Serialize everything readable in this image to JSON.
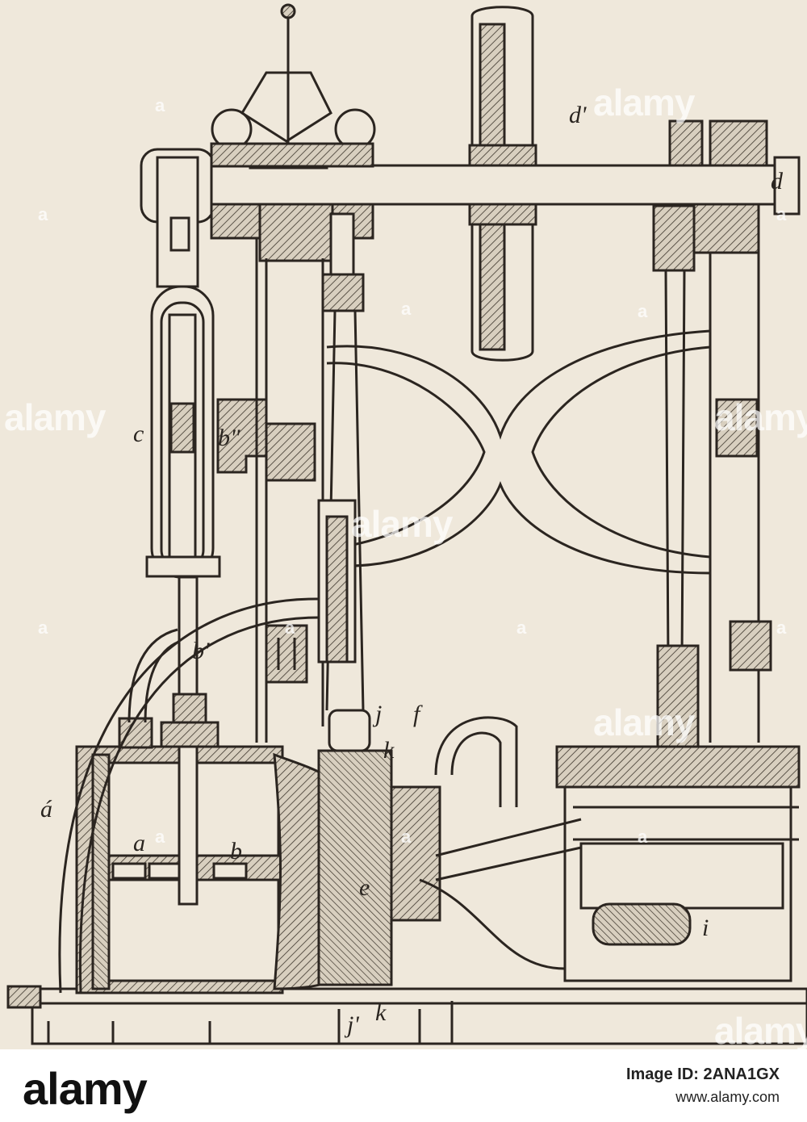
{
  "figure": {
    "labels": {
      "a": "a",
      "a_prime": "á",
      "b": "b",
      "b_prime": "b'",
      "b_double_prime": "b\"",
      "c": "c",
      "d": "d",
      "d_prime": "d'",
      "e": "e",
      "f": "f",
      "i": "i",
      "j_top": "j",
      "j_bottom": "j'",
      "k_top": "k",
      "k_bottom": "k"
    }
  },
  "watermark": {
    "word": "alamy",
    "letter": "a"
  },
  "footer": {
    "logo_text": "alamy",
    "image_id": "Image ID: 2ANA1GX",
    "site_url": "www.alamy.com"
  }
}
